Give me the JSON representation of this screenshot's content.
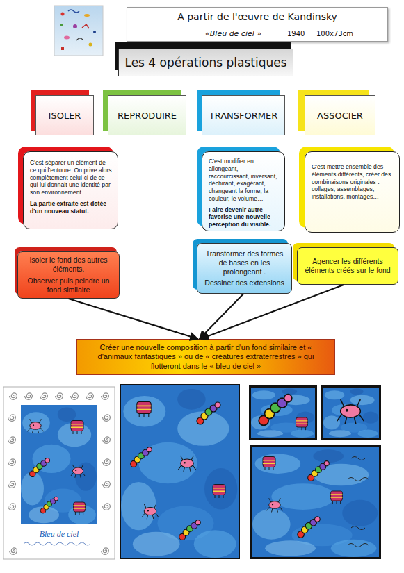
{
  "diagram": {
    "nodes": [
      {
        "text": [
          "A partir de l'œuvre de Kandinsky",
          "«Bleu de ciel »",
          "1940",
          "100x73cm"
        ]
      },
      {
        "text": [
          "Les 4 opérations plastiques"
        ]
      },
      {
        "text": [
          "ISOLER"
        ]
      },
      {
        "text": [
          "REPRODUIRE"
        ]
      },
      {
        "text": [
          "TRANSFORMER"
        ]
      },
      {
        "text": [
          "ASSOCIER"
        ]
      },
      {
        "text": [
          "C'est séparer un élément de ce qui l'entoure. On prive alors complètement celui-ci de ce qui lui donnait une identité par son environnement.",
          "La partie extraite est dotée d'un nouveau statut."
        ]
      },
      {
        "text": [
          "C'est modifier en allongeant, raccourcissant, inversant, déchirant, exagérant, changeant la forme, la couleur, le volume…",
          "Faire devenir autre favorise une nouvelle perception du visible."
        ]
      },
      {
        "text": [
          "C'est mettre ensemble des éléments différents, créer des combinaisons originales : collages, assemblages, installations, montages…"
        ]
      },
      {
        "text": [
          "Isoler le fond des autres éléments.",
          "Observer puis  peindre un fond  similaire"
        ]
      },
      {
        "text": [
          "Transformer des formes de bases en les prolongeant .",
          "Dessiner des extensions"
        ]
      },
      {
        "text": [
          "Agencer les différents éléments créés sur le fond"
        ]
      },
      {
        "text": [
          "Créer une nouvelle composition à partir d'un fond similaire et « d'animaux fantastiques » ou de « créatures extraterrestres » qui flotteront dans le « bleu de ciel »"
        ]
      }
    ],
    "edges": [
      {
        "from": 9,
        "to": 12,
        "arrow": "to"
      },
      {
        "from": 10,
        "to": 12,
        "arrow": "to"
      },
      {
        "from": 11,
        "to": 12,
        "arrow": "to"
      }
    ],
    "labels": [
      "Bleu de ciel"
    ]
  }
}
